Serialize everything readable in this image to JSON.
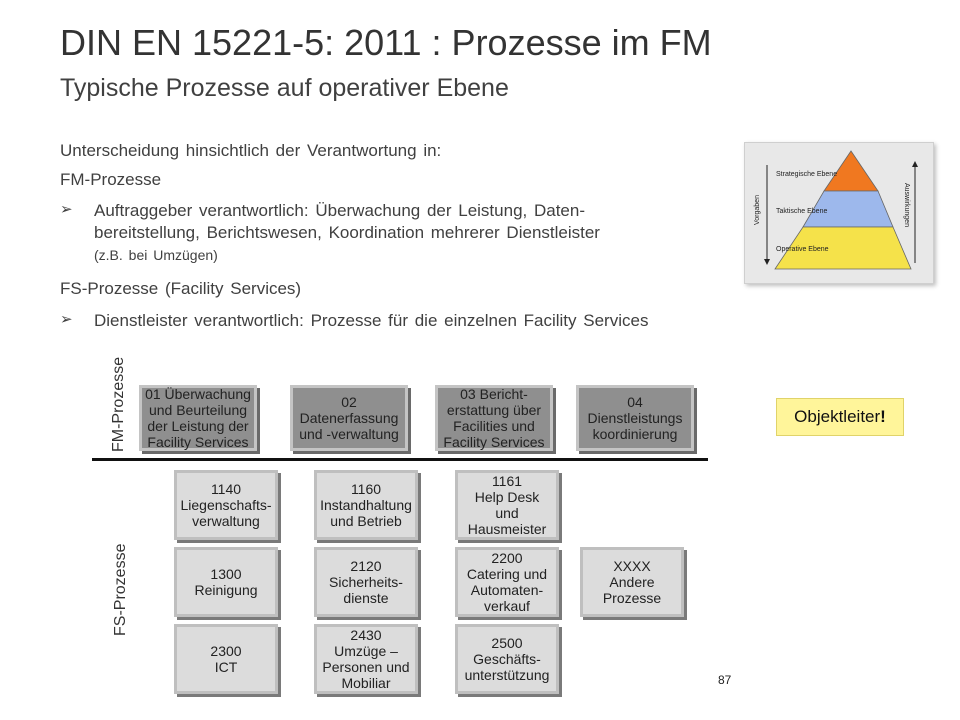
{
  "title": "DIN EN 15221-5: 2011 : Prozesse im FM",
  "subtitle": "Typische Prozesse auf operativer Ebene",
  "intro": "Unterscheidung hinsichtlich der Verantwortung in:",
  "fm_heading": "FM-Prozesse",
  "fm_bullet": {
    "marker": "➢",
    "line1": "Auftraggeber verantwortlich: Überwachung der Leistung, Daten-",
    "line2": "bereitstellung, Berichtswesen, Koordination mehrerer Dienstleister",
    "line3": "(z.B. bei Umzügen)"
  },
  "fs_heading": "FS-Prozesse (Facility Services)",
  "fs_bullet": {
    "marker": "➢",
    "text": "Dienstleister verantwortlich: Prozesse für die einzelnen Facility Services"
  },
  "pyramid": {
    "levels": [
      "Strategische Ebene",
      "Taktische Ebene",
      "Operative Ebene"
    ],
    "left_label": "Vorgaben",
    "right_label": "Auswirkungen",
    "colors": [
      "#f07820",
      "#9db8ec",
      "#f5e24a"
    ]
  },
  "diagram": {
    "fm_label": "FM-Prozesse",
    "fs_label": "FS-Prozesse",
    "fm_boxes": [
      "01 Überwachung\nund Beurteilung\nder Leistung der\nFacility Services",
      "02\nDatenerfassung\nund -verwaltung",
      "03 Bericht-\nerstattung über\nFacilities und\nFacility Services",
      "04\nDienstleistungs\nkoordinierung"
    ],
    "fs_boxes": [
      "1140\nLiegenschafts-\nverwaltung",
      "1160\nInstandhaltung\nund Betrieb",
      "1161\nHelp Desk\nund\nHausmeister",
      "1300\nReinigung",
      "2120\nSicherheits-\ndienste",
      "2200\nCatering und\nAutomaten-\nverkauf",
      "XXXX\nAndere\nProzesse",
      "2300\nICT",
      "2430\nUmzüge –\nPersonen und\nMobiliar",
      "2500\nGeschäfts-\nunterstützung"
    ]
  },
  "callout": {
    "text": "Objektleiter",
    "mark": "!"
  },
  "page_number": "87"
}
